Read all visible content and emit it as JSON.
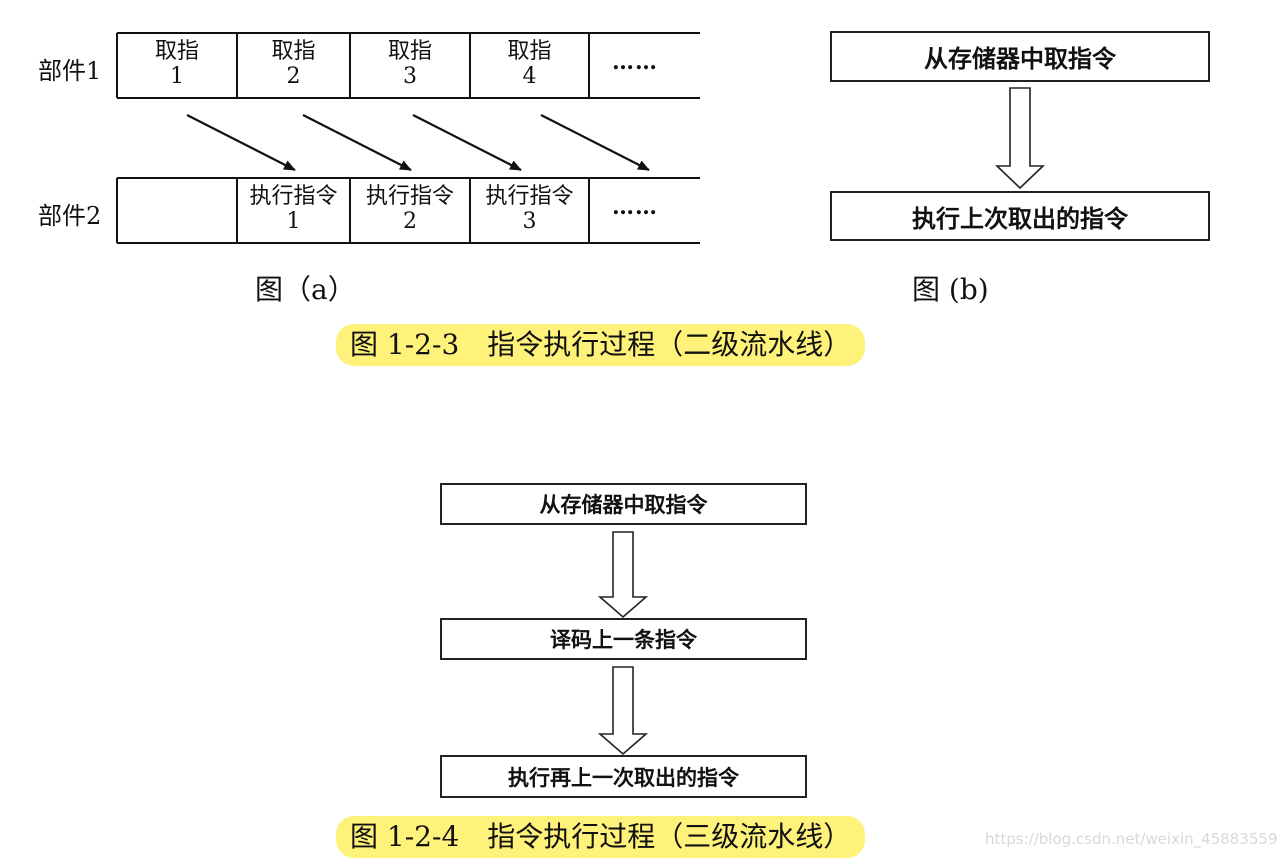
{
  "figure_a": {
    "row1_label": "部件1",
    "row2_label": "部件2",
    "row1_cells": [
      {
        "line1": "取指",
        "line2": "1"
      },
      {
        "line1": "取指",
        "line2": "2"
      },
      {
        "line1": "取指",
        "line2": "3"
      },
      {
        "line1": "取指",
        "line2": "4"
      }
    ],
    "row2_cells": [
      {
        "line1": "执行指令",
        "line2": "1"
      },
      {
        "line1": "执行指令",
        "line2": "2"
      },
      {
        "line1": "执行指令",
        "line2": "3"
      }
    ],
    "ellipsis": "……",
    "caption": "图（a）"
  },
  "figure_b": {
    "box1": "从存储器中取指令",
    "box2": "执行上次取出的指令",
    "caption": "图 (b)"
  },
  "caption_123": "图 1-2-3　指令执行过程（二级流水线）",
  "figure_124": {
    "box1": "从存储器中取指令",
    "box2": "译码上一条指令",
    "box3": "执行再上一次取出的指令"
  },
  "caption_124": "图 1-2-4　指令执行过程（三级流水线）",
  "watermark": "https://blog.csdn.net/weixin_45883559",
  "highlight_color": "#fff27a"
}
